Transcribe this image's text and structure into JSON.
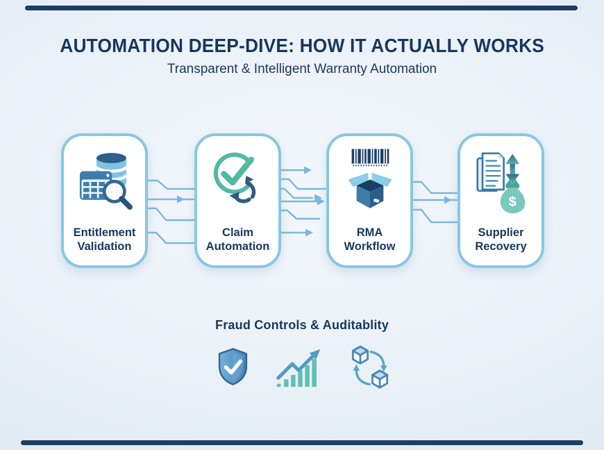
{
  "header": {
    "title": "AUTOMATION DEEP-DIVE: HOW IT ACTUALLY WORKS",
    "subtitle": "Transparent & Intelligent Warranty Automation"
  },
  "pipeline": {
    "steps": [
      {
        "line1": "Entitlement",
        "line2": "Validation",
        "icon": "database-search-icon"
      },
      {
        "line1": "Claim",
        "line2": "Automation",
        "icon": "check-refresh-icon"
      },
      {
        "line1": "RMA",
        "line2": "Workflow",
        "icon": "barcode-box-icon"
      },
      {
        "line1": "Supplier",
        "line2": "Recovery",
        "icon": "documents-moneybag-icon"
      }
    ]
  },
  "fraud": {
    "heading": "Fraud Controls & Auditablity",
    "icons": [
      {
        "name": "shield-check-icon"
      },
      {
        "name": "growth-chart-icon"
      },
      {
        "name": "linked-blocks-icon"
      }
    ]
  },
  "colors": {
    "navy_text": "#16375e",
    "accent_bar": "#1d3e63",
    "card_border": "#87c7e3",
    "connector": "#7cb8dc",
    "teal": "#52b9a5",
    "steel_blue": "#4a8bbd",
    "icon_navy": "#2e6590",
    "light_blue": "#7fc4e2"
  }
}
